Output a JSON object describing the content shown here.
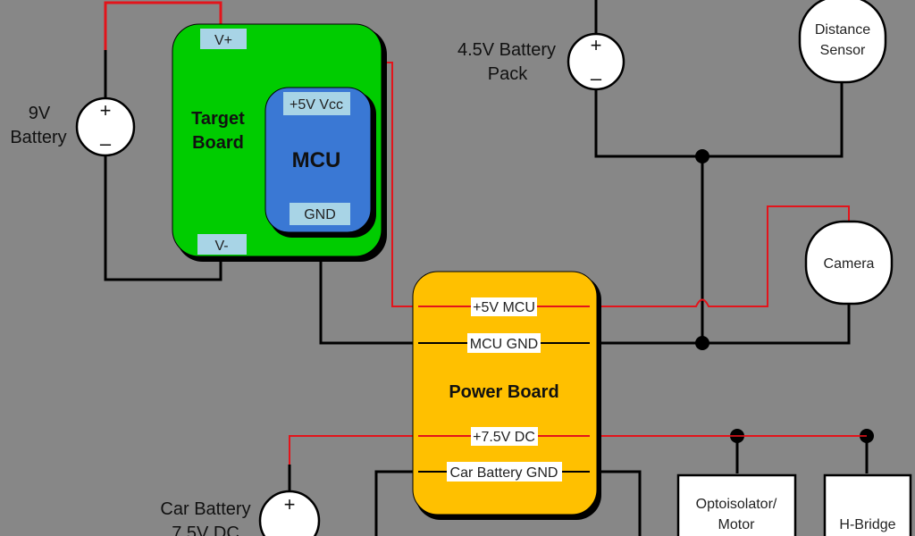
{
  "diagram": {
    "colors": {
      "background": "#878787",
      "positive_wire": "#e3141b",
      "ground_wire": "#000000",
      "target_board": "#00cc00",
      "mcu": "#3a78d4",
      "pin_label": "#a8d4e6",
      "power_board": "#ffc000",
      "component": "#ffffff"
    },
    "battery_9v": {
      "label_line1": "9V",
      "label_line2": "Battery",
      "plus": "+",
      "minus": "–"
    },
    "battery_4_5v": {
      "label_line1": "4.5V Battery",
      "label_line2": "Pack",
      "plus": "+",
      "minus": "–"
    },
    "car_battery": {
      "label_line1": "Car Battery",
      "label_line2": "7.5V DC",
      "plus": "+"
    },
    "target_board": {
      "title_line1": "Target",
      "title_line2": "Board",
      "pin_vplus": "V+",
      "pin_vminus": "V-"
    },
    "mcu": {
      "title": "MCU",
      "pin_vcc": "+5V Vcc",
      "pin_gnd": "GND"
    },
    "power_board": {
      "title": "Power Board",
      "pins": [
        "+5V MCU",
        "MCU GND",
        "+7.5V DC",
        "Car Battery GND"
      ]
    },
    "distance_sensor": {
      "line1": "Distance",
      "line2": "Sensor"
    },
    "camera": {
      "label": "Camera"
    },
    "optoisolator": {
      "line1": "Optoisolator/",
      "line2": "Motor"
    },
    "h_bridge": {
      "label": "H-Bridge"
    }
  }
}
